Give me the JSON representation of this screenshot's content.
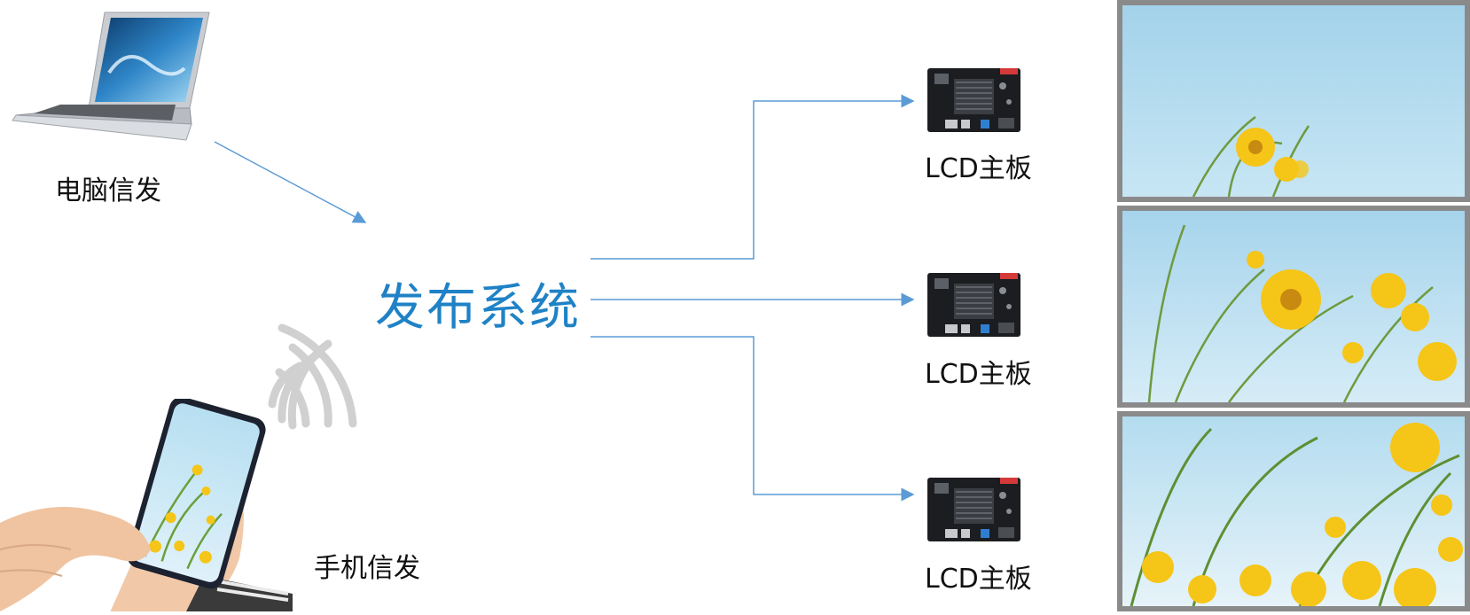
{
  "sources": {
    "laptop": {
      "label": "电脑信发",
      "icon": "laptop-icon"
    },
    "phone": {
      "label": "手机信发",
      "icon": "phone-hand-icon"
    }
  },
  "center": {
    "label": "发布系统"
  },
  "boards": [
    {
      "label": "LCD主板",
      "icon": "circuit-board-icon"
    },
    {
      "label": "LCD主板",
      "icon": "circuit-board-icon"
    },
    {
      "label": "LCD主板",
      "icon": "circuit-board-icon"
    }
  ],
  "panels": [
    {
      "icon": "flower-sky-image"
    },
    {
      "icon": "flower-sky-image"
    },
    {
      "icon": "flower-sky-image"
    }
  ],
  "colors": {
    "title": "#1f82c6",
    "connector": "#5b9bd5",
    "panel_frame": "#8a8a8a",
    "sky": "#a9d6ec",
    "flower": "#f5c518"
  }
}
